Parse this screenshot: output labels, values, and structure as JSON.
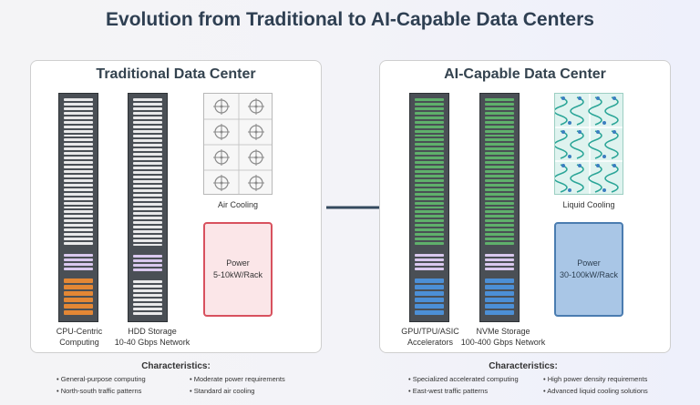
{
  "title": "Evolution from Traditional to AI-Capable Data Centers",
  "traditional": {
    "title": "Traditional Data Center",
    "compute_label_1": "CPU-Centric",
    "compute_label_2": "Computing",
    "storage_label_1": "HDD Storage",
    "storage_label_2": "10-40 Gbps Network",
    "cooling_label": "Air Cooling",
    "power_label_1": "Power",
    "power_label_2": "5-10kW/Rack",
    "characteristics_heading": "Characteristics:",
    "characteristics": [
      "• General-purpose computing",
      "• Moderate power requirements",
      "• North-south traffic patterns",
      "• Standard air cooling"
    ],
    "colors": {
      "power_fill": "#fbe6e8",
      "power_border": "#d8515e",
      "cpu_slot": "#e38735"
    }
  },
  "ai": {
    "title": "AI-Capable Data Center",
    "compute_label_1": "GPU/TPU/ASIC",
    "compute_label_2": "Accelerators",
    "storage_label_1": "NVMe Storage",
    "storage_label_2": "100-400 Gbps Network",
    "cooling_label": "Liquid Cooling",
    "power_label_1": "Power",
    "power_label_2": "30-100kW/Rack",
    "characteristics_heading": "Characteristics:",
    "characteristics": [
      "• Specialized accelerated computing",
      "• High power density requirements",
      "• East-west traffic patterns",
      "• Advanced liquid cooling solutions"
    ],
    "colors": {
      "power_fill": "#a9c6e6",
      "power_border": "#4a7cb0",
      "accelerator_slot": "#5fb06b"
    }
  },
  "icons": {
    "fan": "fan-icon",
    "liquid": "liquid-pipe-icon",
    "arrow": "right-arrow-icon"
  }
}
